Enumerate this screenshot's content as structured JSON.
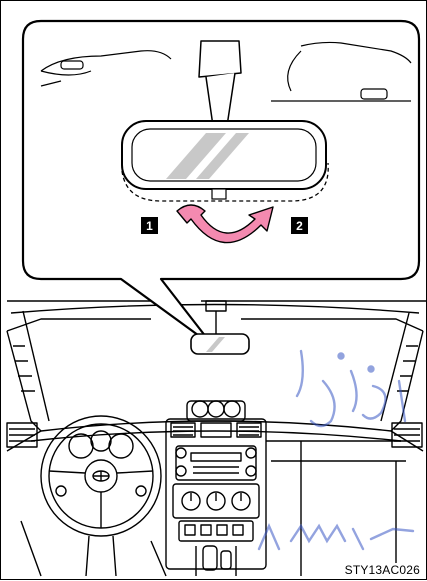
{
  "labels": {
    "position_1": "1",
    "position_2": "2"
  },
  "figure_code": "STY13AC026",
  "colors": {
    "line": "#000000",
    "arrow_fill": "#f48ab0",
    "mirror_glass": "#c8c8c8",
    "badge": "#000000",
    "watermark": "#3a58c4"
  }
}
